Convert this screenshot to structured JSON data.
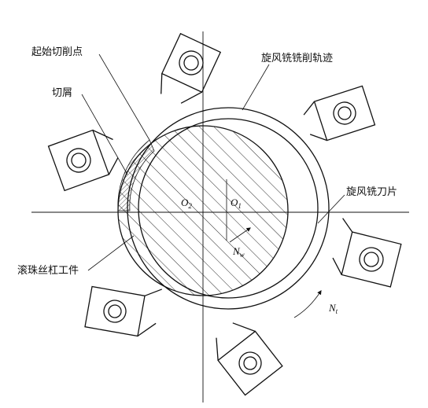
{
  "labels": {
    "start_point": "起始切削点",
    "chips": "切屑",
    "trajectory": "旋风铣铣削轨迹",
    "blade": "旋风铣刀片",
    "workpiece": "滚珠丝杠工件"
  },
  "symbols": {
    "o2": "O",
    "o2_sub": "2",
    "o1": "O",
    "o1_sub": "1",
    "nw": "N",
    "nw_sub": "w",
    "nt": "N",
    "nt_sub": "t"
  }
}
